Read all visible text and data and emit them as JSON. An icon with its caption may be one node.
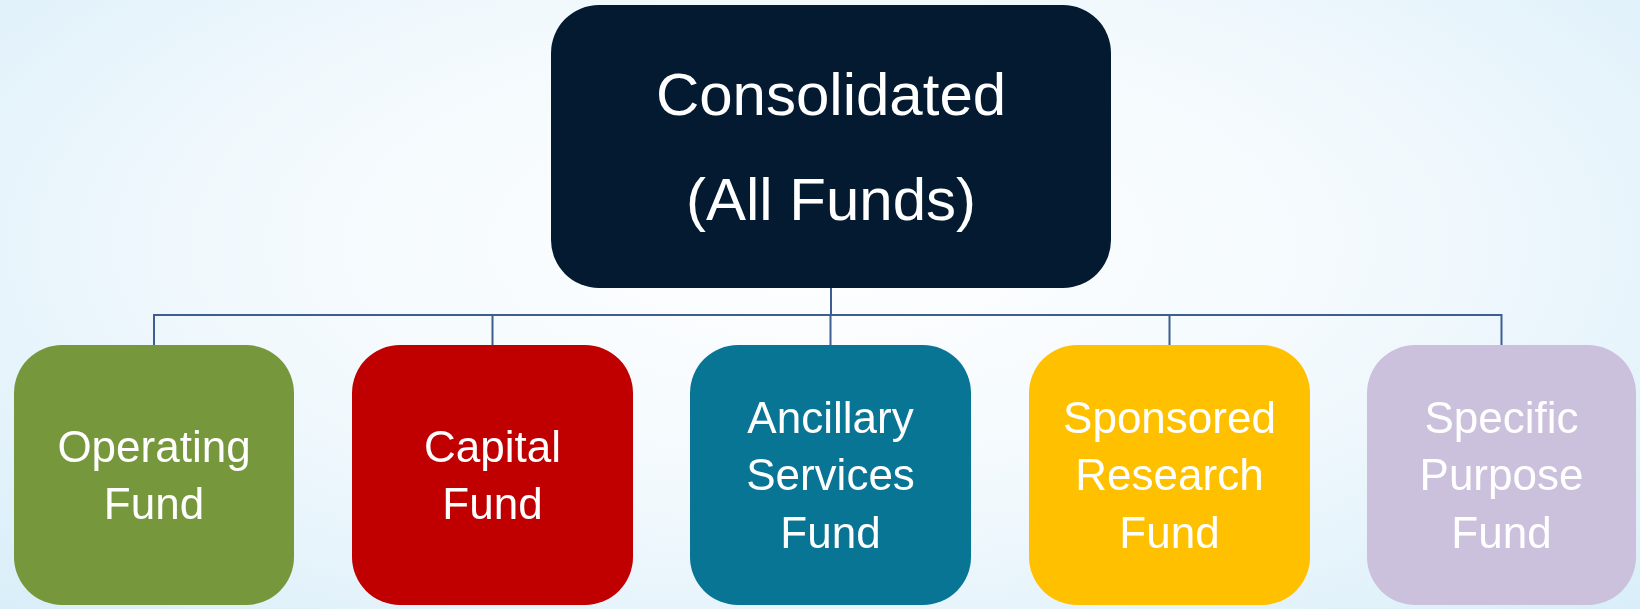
{
  "diagram": {
    "nodes": [
      {
        "text": [
          "Consolidated (All Funds)"
        ]
      },
      {
        "text": [
          "Operating Fund"
        ]
      },
      {
        "text": [
          "Capital Fund"
        ]
      },
      {
        "text": [
          "Ancillary Services Fund"
        ]
      },
      {
        "text": [
          "Sponsored Research Fund"
        ]
      },
      {
        "text": [
          "Specific Purpose Fund"
        ]
      }
    ],
    "edges": [
      {
        "from": 0,
        "to": 1,
        "arrow": "none"
      },
      {
        "from": 0,
        "to": 2,
        "arrow": "none"
      },
      {
        "from": 0,
        "to": 3,
        "arrow": "none"
      },
      {
        "from": 0,
        "to": 4,
        "arrow": "none"
      },
      {
        "from": 0,
        "to": 5,
        "arrow": "none"
      }
    ]
  }
}
